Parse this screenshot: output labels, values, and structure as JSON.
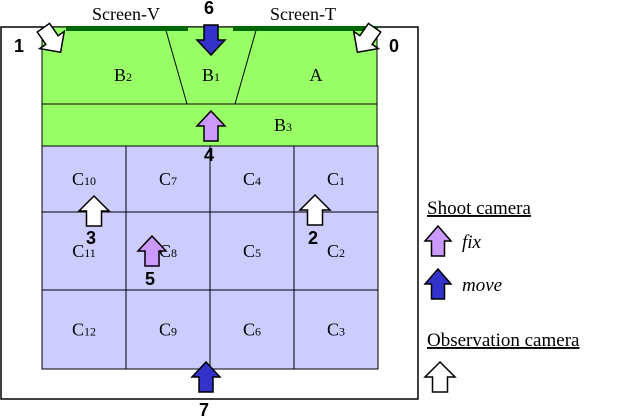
{
  "screens": {
    "left": "Screen-V",
    "right": "Screen-T"
  },
  "zones": {
    "B2": {
      "main": "B",
      "sub": "2"
    },
    "B1": {
      "main": "B",
      "sub": "1"
    },
    "A": {
      "main": "A",
      "sub": ""
    },
    "B3": {
      "main": "B",
      "sub": "3"
    }
  },
  "cells": [
    {
      "id": "C10",
      "main": "C",
      "sub": "10"
    },
    {
      "id": "C7",
      "main": "C",
      "sub": "7"
    },
    {
      "id": "C4",
      "main": "C",
      "sub": "4"
    },
    {
      "id": "C1",
      "main": "C",
      "sub": "1"
    },
    {
      "id": "C11",
      "main": "C",
      "sub": "11"
    },
    {
      "id": "C8",
      "main": "C",
      "sub": "8"
    },
    {
      "id": "C5",
      "main": "C",
      "sub": "5"
    },
    {
      "id": "C2",
      "main": "C",
      "sub": "2"
    },
    {
      "id": "C12",
      "main": "C",
      "sub": "12"
    },
    {
      "id": "C9",
      "main": "C",
      "sub": "9"
    },
    {
      "id": "C6",
      "main": "C",
      "sub": "6"
    },
    {
      "id": "C3",
      "main": "C",
      "sub": "3"
    }
  ],
  "cameras": [
    {
      "number": "0",
      "type": "observation"
    },
    {
      "number": "1",
      "type": "observation"
    },
    {
      "number": "2",
      "type": "observation"
    },
    {
      "number": "3",
      "type": "observation"
    },
    {
      "number": "4",
      "type": "fix"
    },
    {
      "number": "5",
      "type": "fix"
    },
    {
      "number": "6",
      "type": "move"
    },
    {
      "number": "7",
      "type": "move"
    }
  ],
  "legend": {
    "shoot_title": "Shoot camera",
    "fix_label": "fix",
    "move_label": "move",
    "observation_title": "Observation camera"
  },
  "colors": {
    "green_zone": "#99ff66",
    "blue_zone": "#ccccff",
    "fix_arrow": "#cc99ff",
    "move_arrow": "#3333cc",
    "observation_arrow": "#ffffff",
    "screen_bar": "#006600"
  }
}
